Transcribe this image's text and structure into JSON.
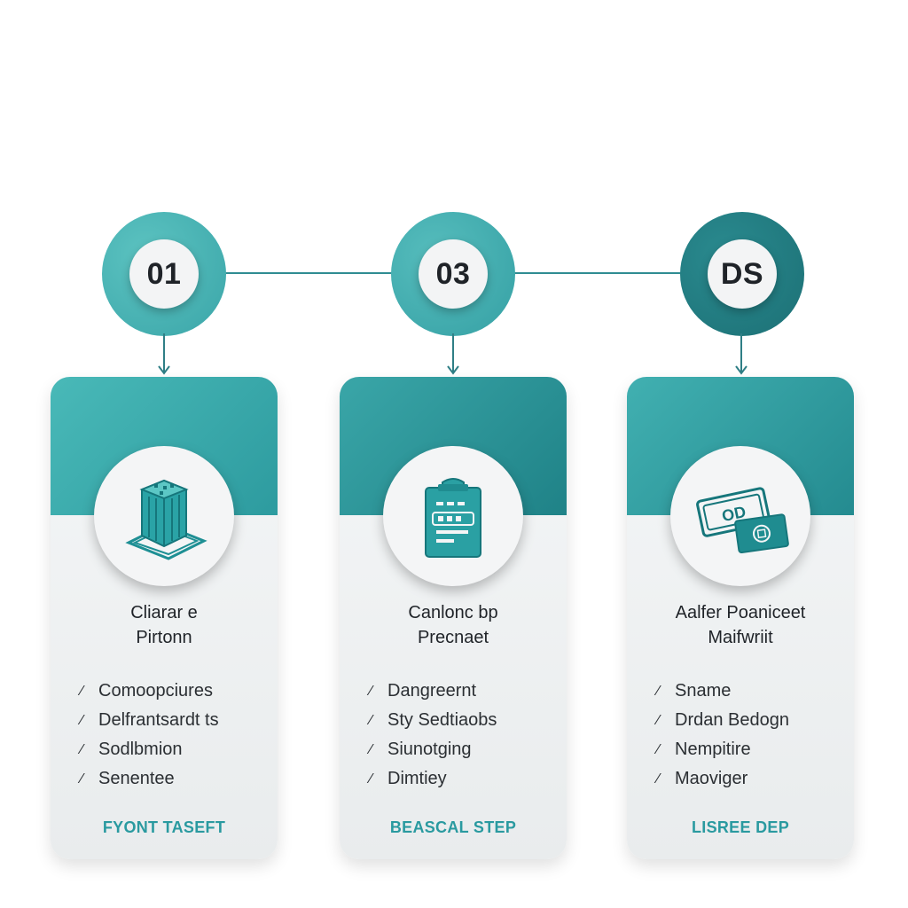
{
  "colors": {
    "teal_light": "#49b9b8",
    "teal_mid": "#2d9b9f",
    "teal_dark": "#1c7075",
    "footer_text": "#2a9aa0",
    "card_bg": "#f4f6f7"
  },
  "steps": [
    {
      "number": "01"
    },
    {
      "number": "03"
    },
    {
      "number": "DS"
    }
  ],
  "cards": [
    {
      "icon": "server-rack-icon",
      "title_line1": "Cliarar e",
      "title_line2": "Pirtonn",
      "bullets": [
        "Comoopciures",
        "Delfrantsardt ts",
        "Sodlbmion",
        "Senentee"
      ],
      "footer": "FYONT TASEFT"
    },
    {
      "icon": "clipboard-icon",
      "title_line1": "Canlonc bp",
      "title_line2": "Precnaet",
      "bullets": [
        "Dangreernt",
        "Sty Sedtiaobs",
        "Siunotging",
        "Dimtiey"
      ],
      "footer": "BEASCAL STEP"
    },
    {
      "icon": "money-bills-icon",
      "title_line1": "Aalfer Poaniceet",
      "title_line2": "Maifwriit",
      "bullets": [
        "Sname",
        "Drdan Bedogn",
        "Nempitire",
        "Maoviger"
      ],
      "footer": "LISREE DEP"
    }
  ]
}
